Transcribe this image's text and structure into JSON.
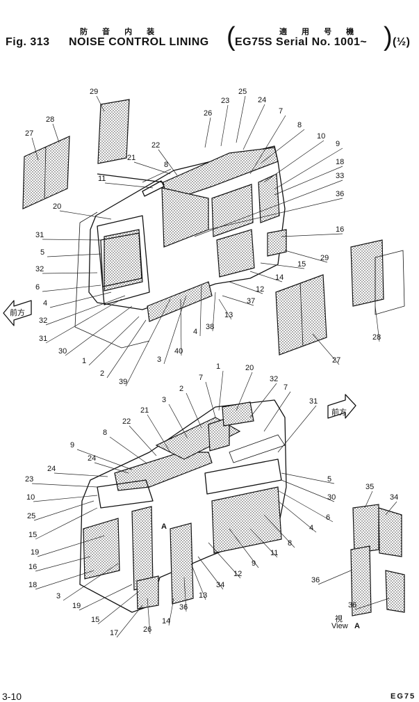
{
  "header": {
    "fig_label": "Fig. 313",
    "title": "NOISE CONTROL LINING",
    "model": "EG75S Serial No. 1001~",
    "sheet": "(½)",
    "jp_title": "防 音 内 装",
    "jp_model": "適 用 号 機"
  },
  "footer": {
    "page_number": "3-10",
    "model_code": "EG75"
  },
  "labels": {
    "front_arrow": "前方",
    "view_jp": "視",
    "view_text": "View",
    "view_mark": "A"
  },
  "callouts_top": [
    "29",
    "28",
    "27",
    "25",
    "23",
    "24",
    "26",
    "7",
    "8",
    "10",
    "9",
    "22",
    "21",
    "18",
    "11",
    "33",
    "36",
    "20",
    "31",
    "5",
    "32",
    "6",
    "4",
    "30",
    "1",
    "2",
    "3",
    "39",
    "40",
    "38",
    "37",
    "13",
    "12",
    "14",
    "15",
    "16",
    "29",
    "28",
    "27"
  ],
  "callouts_bottom": [
    "1",
    "20",
    "32",
    "7",
    "31",
    "2",
    "3",
    "21",
    "22",
    "8",
    "24",
    "9",
    "24",
    "23",
    "10",
    "25",
    "15",
    "19",
    "16",
    "18",
    "3",
    "19",
    "15",
    "17",
    "26",
    "14",
    "36",
    "13",
    "34",
    "12",
    "9",
    "11",
    "8",
    "4",
    "6",
    "30",
    "5",
    "35",
    "34",
    "36",
    "36"
  ]
}
